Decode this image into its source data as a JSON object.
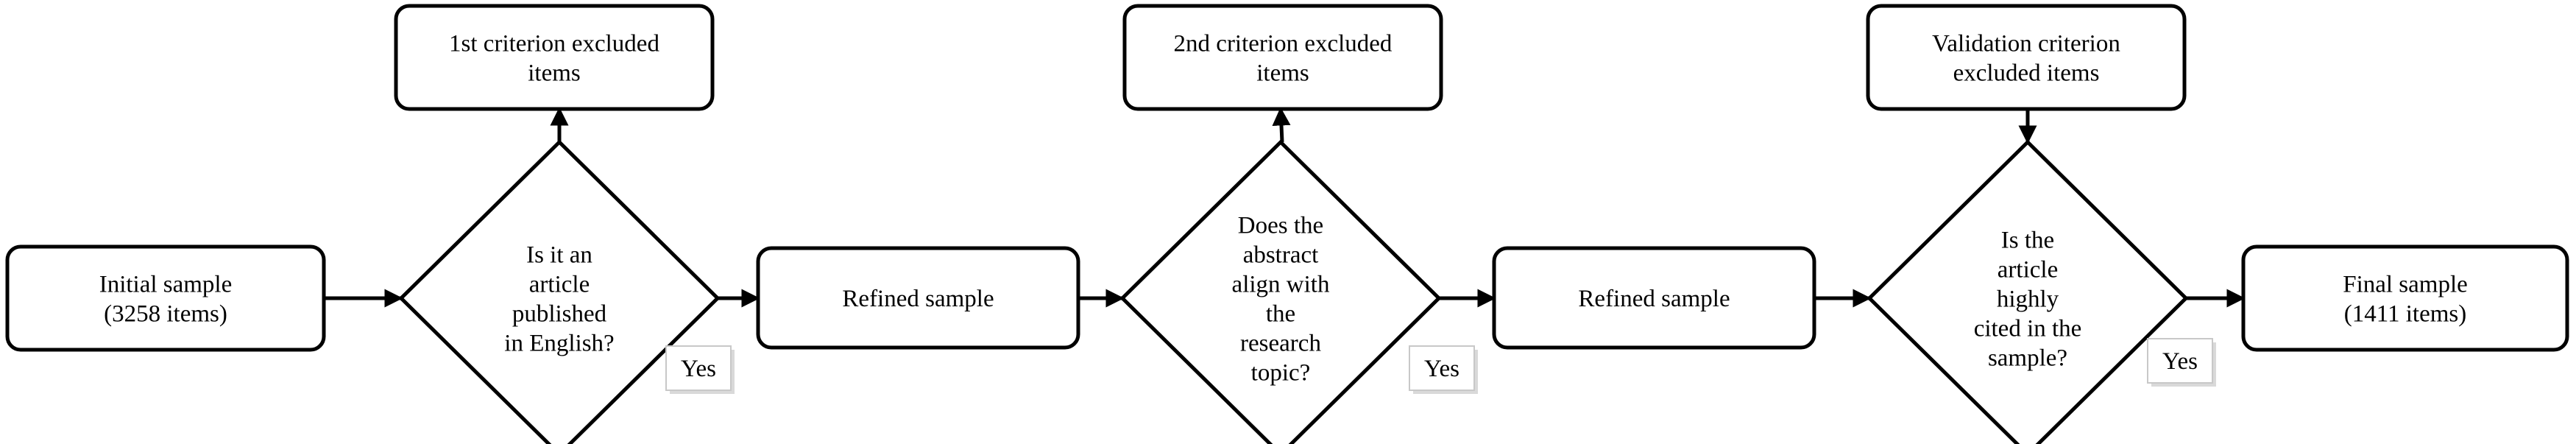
{
  "colors": {
    "stroke": "#000000",
    "fill": "#ffffff",
    "yes_border": "#c8c8c8"
  },
  "nodes": [
    {
      "id": "initial-sample",
      "shape": "box",
      "lines": [
        "Initial sample",
        "(3258 items)"
      ]
    },
    {
      "id": "decision-english",
      "shape": "diamond",
      "lines": [
        "Is it an",
        "article",
        "published",
        "in English?"
      ]
    },
    {
      "id": "refined-sample-1",
      "shape": "box",
      "lines": [
        "Refined sample"
      ]
    },
    {
      "id": "decision-abstract",
      "shape": "diamond",
      "lines": [
        "Does the",
        "abstract",
        "align with",
        "the",
        "research",
        "topic?"
      ]
    },
    {
      "id": "refined-sample-2",
      "shape": "box",
      "lines": [
        "Refined sample"
      ]
    },
    {
      "id": "decision-cited",
      "shape": "diamond",
      "lines": [
        "Is the",
        "article",
        "highly",
        "cited in the",
        "sample?"
      ]
    },
    {
      "id": "final-sample",
      "shape": "box",
      "lines": [
        "Final sample",
        "(1411 items)"
      ]
    },
    {
      "id": "excluded-1",
      "shape": "box",
      "lines": [
        "1st criterion excluded",
        "items"
      ]
    },
    {
      "id": "excluded-2",
      "shape": "box",
      "lines": [
        "2nd criterion excluded",
        "items"
      ]
    },
    {
      "id": "excluded-3",
      "shape": "box",
      "lines": [
        "Validation criterion",
        "excluded items"
      ]
    }
  ],
  "edges": [
    {
      "from": "initial-sample",
      "to": "decision-english"
    },
    {
      "from": "decision-english",
      "to": "refined-sample-1",
      "label": "Yes"
    },
    {
      "from": "decision-english",
      "to": "excluded-1"
    },
    {
      "from": "refined-sample-1",
      "to": "decision-abstract"
    },
    {
      "from": "decision-abstract",
      "to": "refined-sample-2",
      "label": "Yes"
    },
    {
      "from": "decision-abstract",
      "to": "excluded-2"
    },
    {
      "from": "refined-sample-2",
      "to": "decision-cited"
    },
    {
      "from": "decision-cited",
      "to": "final-sample",
      "label": "Yes"
    },
    {
      "from": "excluded-3",
      "to": "decision-cited"
    }
  ]
}
